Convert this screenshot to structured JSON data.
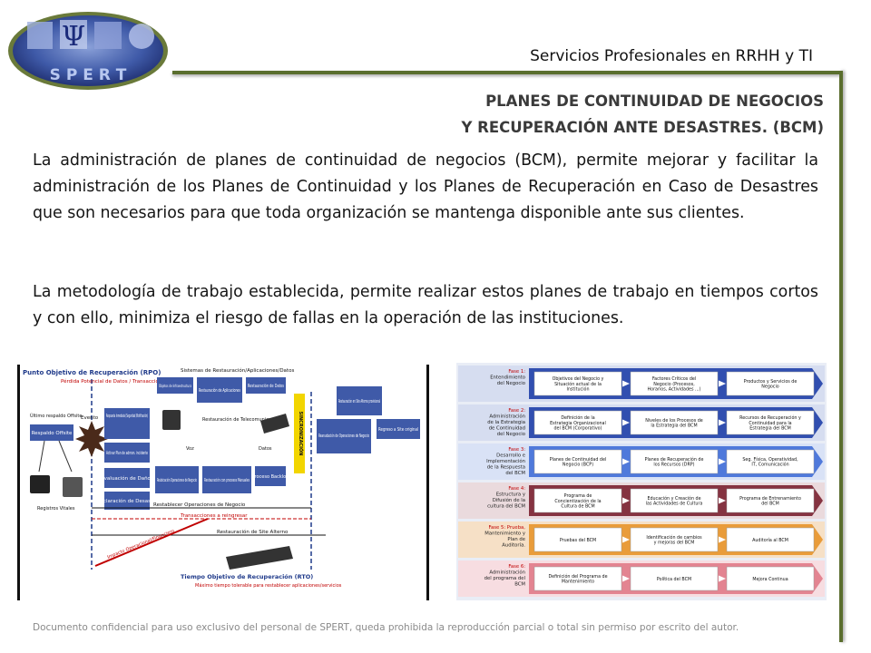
{
  "header": {
    "company": "Servicios Profesionales en RRHH y TI",
    "title_line1": "PLANES DE CONTINUIDAD DE NEGOCIOS",
    "title_line2": "Y RECUPERACIÓN ANTE DESASTRES. (BCM)",
    "logo_text": "S P E R T"
  },
  "body": {
    "paragraph1": "La administración de planes de continuidad de negocios (BCM), permite mejorar y facilitar la administración de los Planes de Continuidad y los Planes de Recuperación en Caso de Desastres que son necesarios para que toda organización se mantenga disponible ante sus clientes.",
    "paragraph2": "La metodología de trabajo establecida, permite realizar estos planes de trabajo en tiempos cortos y con ello, minimiza el riesgo de fallas en la operación de las instituciones."
  },
  "rpo_diagram": {
    "rpo_title": "Punto Objetivo de Recuperación (RPO)",
    "rpo_sub": "Pérdida Potencial de Datos / Transacciones",
    "systems_title": "Sistemas de Restauración/Aplicaciones/Datos",
    "last_backup": "Último respaldo Offsite",
    "event": "Evento",
    "backup_box": "Respaldo Offsite",
    "vital_records": "Registros Vitales",
    "immediate_response": "Respuesta Inmediata (Seguridad /Notificación)",
    "activate_plan": "Activar Plan de admon. incidente",
    "damage_eval": "Evaluación de Daños",
    "disaster_decl": "Declaración de Desastre",
    "infra_objects": "Objetos de Infraestructura",
    "app_restore": "Restauración de Aplicaciones",
    "data_restore": "Restauración de Datos",
    "telecom_restore": "Restauración de Telecomunicaciones",
    "voz": "Voz",
    "datos": "Datos",
    "sync": "SINCRONIZACIÓN",
    "relocation": "Reubicación Operaciones de Negocio",
    "manual_restore": "Restauración con procesos Manuales",
    "backlog": "Proceso Backlog",
    "alt_site_restore": "Restauración en Site Alterno provisional",
    "resume_ops": "Reanudación de Operaciones de Negocio",
    "return_site": "Regreso a Site original",
    "restore_business": "Restablecer Operaciones de Negocio",
    "transactions_reenter": "Transacciones a reingresar",
    "alt_site_restore_bar": "Restauración de Site Alterno",
    "financial_impact": "Impacto Operacional/Financiero",
    "rto_title": "Tiempo Objetivo de Recuperación (RTO)",
    "rto_sub": "Máximo tiempo tolerable para restablecer aplicaciones/servicios"
  },
  "phases_diagram": {
    "phases": [
      {
        "label": "Fase 1: Entendimiento del Negocio",
        "color": "#1f3fa8",
        "items": [
          "Objetivos del Negocio y Situación actual de la Institución",
          "Factores Críticos del Negocio (Procesos, Horarios, Actividades ...)",
          "Productos y Servicios de Negocio"
        ]
      },
      {
        "label": "Fase 2: Administración de la Estrategia de Continuidad del Negocio",
        "color": "#1f3fa8",
        "items": [
          "Definición de la Estrategia Organizacional del BCM (Corporativo)",
          "Niveles de los Procesos de la Estrategia del BCM",
          "Recursos de Recuperación y Continuidad para la Estrategia del BCM"
        ]
      },
      {
        "label": "Fase 3: Desarrollo e Implementación de la Respuesta del BCM",
        "color": "#3f6ed8",
        "items": [
          "Planes de Continuidad del Negocio (BCP)",
          "Planes de Recuperación de los Recursos (DRP)",
          "Seg. Física, Operatividad, IT, Comunicación"
        ]
      },
      {
        "label": "Fase 4: Estructura y Difusión de la cultura del BCM",
        "color": "#7a2030",
        "items": [
          "Programa de Concientización de la Cultura de BCM",
          "Educación y Creación de las Actividades de Cultura",
          "Programa de Entrenamiento del BCM"
        ]
      },
      {
        "label": "Fase 5: Prueba, Mantenimiento y Plan de Auditoría.",
        "color": "#e8952a",
        "items": [
          "Pruebas del BCM",
          "Identificación de cambios y mejoras del BCM",
          "Auditoría al BCM"
        ]
      },
      {
        "label": "Fase 6: Administración del programa del BCM",
        "color": "#e07a88",
        "items": [
          "Definición del Programa de Mantenimiento",
          "Política del BCM",
          "Mejora Continua"
        ]
      }
    ]
  },
  "footer": {
    "text": "Documento confidencial para uso exclusivo del personal de SPERT, queda prohibida la reproducción parcial o total sin permiso por escrito del autor."
  },
  "colors": {
    "rule": "#5a6e2e",
    "title": "#3a3a3a",
    "rpo_red": "#c00000",
    "rto_blue": "#1f3a8a"
  }
}
